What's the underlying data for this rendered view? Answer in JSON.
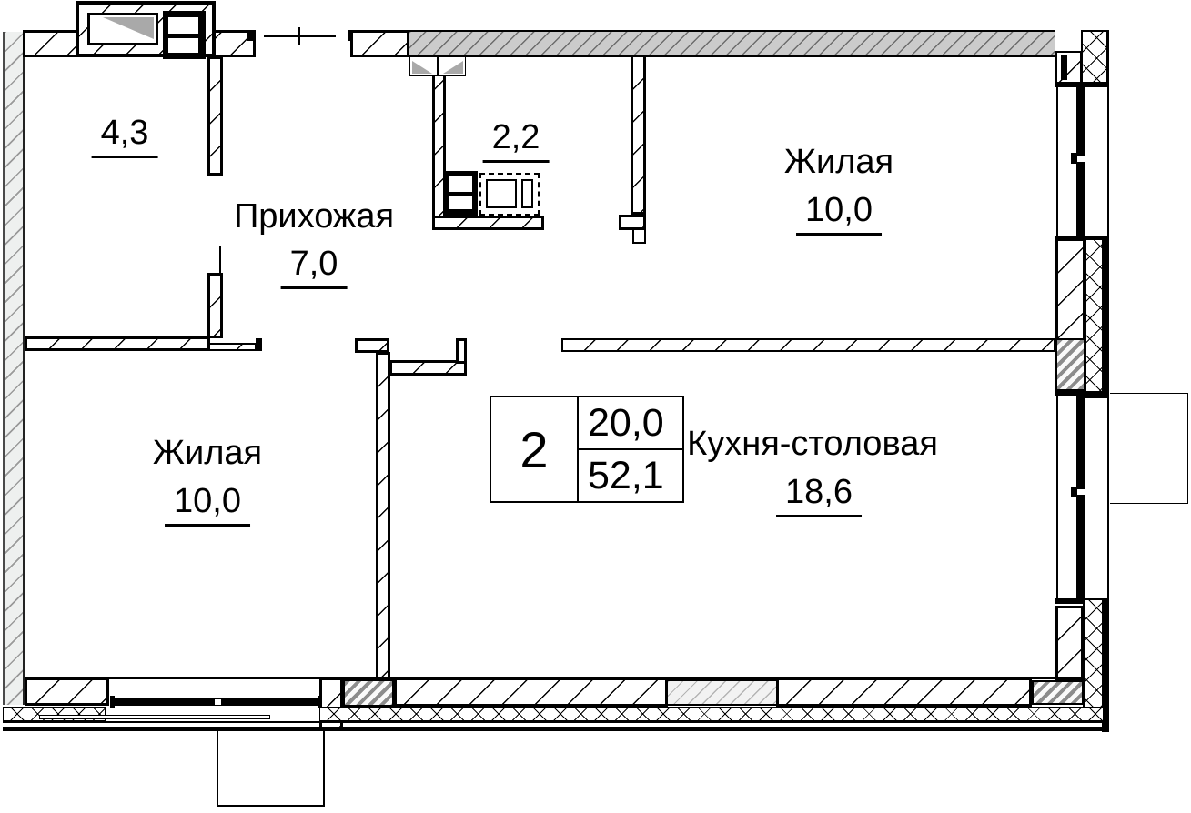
{
  "plan": {
    "title": "2-room apartment floor plan",
    "rooms": [
      {
        "id": "bathroom",
        "label": "",
        "area": "4,3"
      },
      {
        "id": "hallway",
        "label": "Прихожая",
        "area": "7,0"
      },
      {
        "id": "wc",
        "label": "",
        "area": "2,2"
      },
      {
        "id": "living-top",
        "label": "Жилая",
        "area": "10,0"
      },
      {
        "id": "living-bottom",
        "label": "Жилая",
        "area": "10,0"
      },
      {
        "id": "kitchen",
        "label": "Кухня-столовая",
        "area": "18,6"
      }
    ],
    "stamp": {
      "rooms_count": "2",
      "living_area": "20,0",
      "total_area": "52,1"
    },
    "colors": {
      "line": "#000000",
      "exterior_wall_fill": "#cbcbcb",
      "left_wall_fill": "#eef0ef",
      "shaft_fill": "#8d8d8d"
    }
  }
}
